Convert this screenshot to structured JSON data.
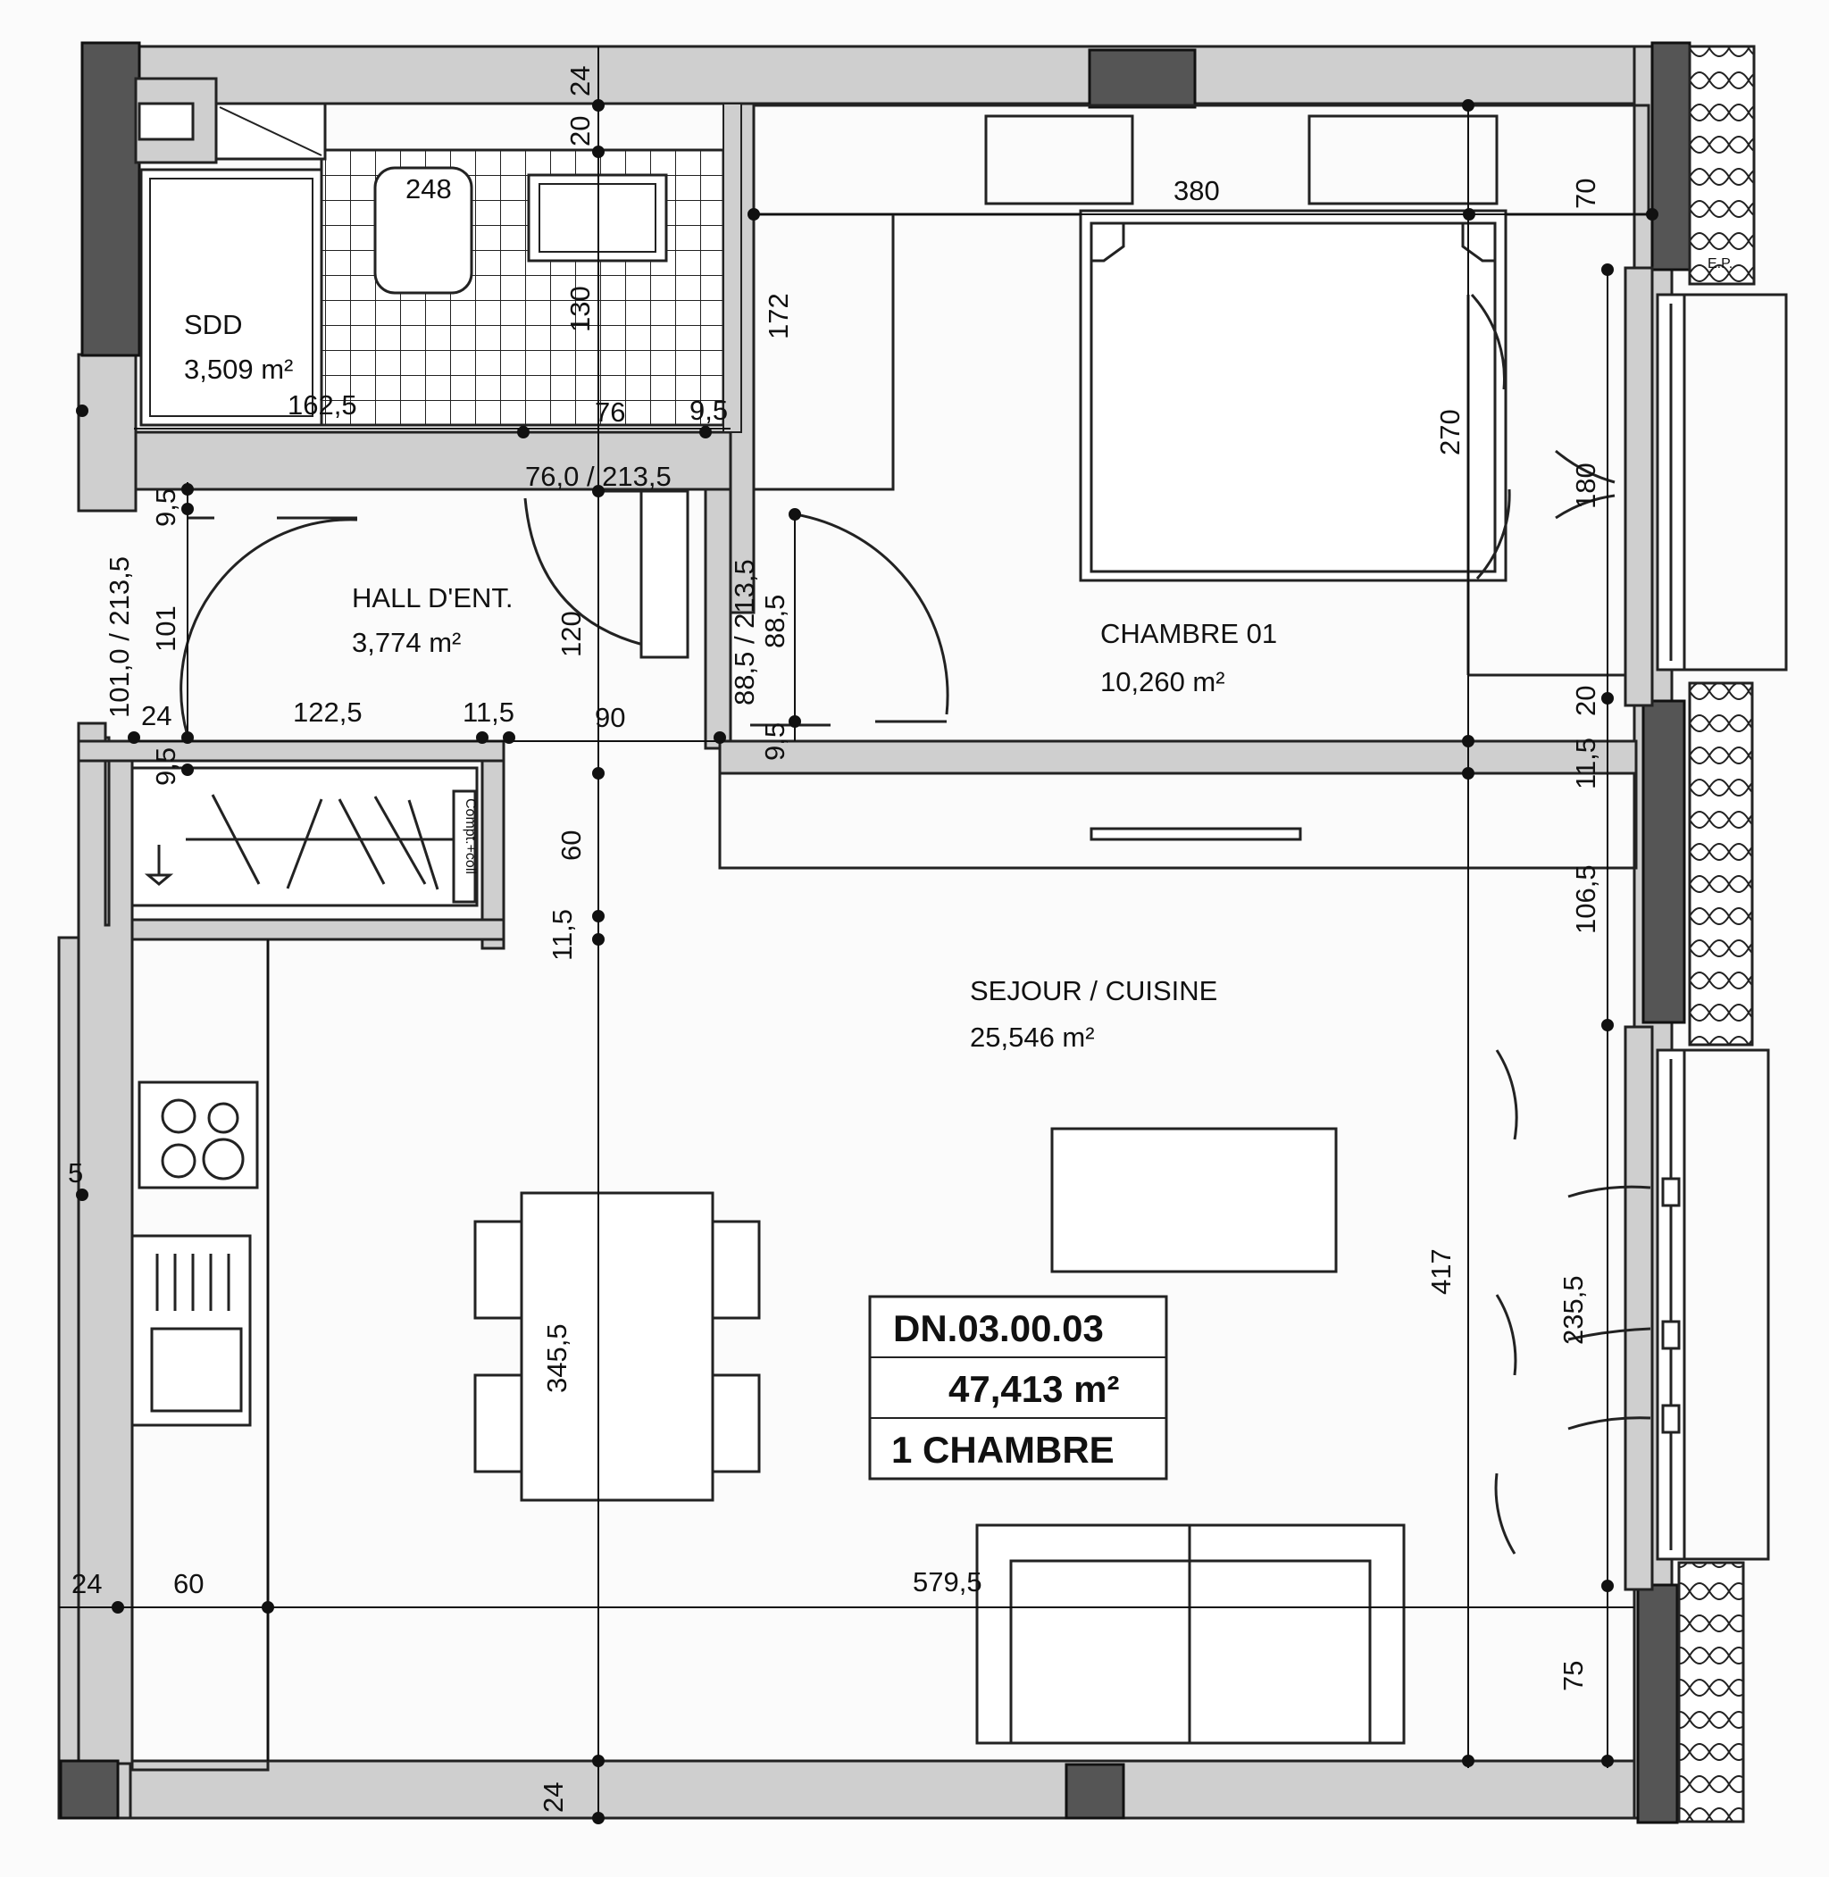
{
  "rooms": {
    "sdd": {
      "name": "SDD",
      "area": "3,509 m²"
    },
    "hall": {
      "name": "HALL D'ENT.",
      "area": "3,774 m²"
    },
    "chambre": {
      "name": "CHAMBRE 01",
      "area": "10,260 m²"
    },
    "sejour": {
      "name": "SEJOUR / CUISINE",
      "area": "25,546 m²"
    }
  },
  "unit": {
    "code": "DN.03.00.03",
    "area": "47,413 m²",
    "type": "1 CHAMBRE"
  },
  "labels": {
    "ep": "E.P.",
    "compteur": "Compt.+coll"
  },
  "dimensions": {
    "d24_top": "24",
    "d20_top": "20",
    "d248": "248",
    "d130": "130",
    "d162_5": "162,5",
    "d76": "76",
    "d9_5_sdd": "9,5",
    "d76_door": "76,0 / 213,5",
    "d9_5_hall": "9,5",
    "d101_door": "101,0 / 213,5",
    "d101": "101",
    "d120": "120",
    "d172": "172",
    "d88_5_door": "88,5 / 213,5",
    "d88_5": "88,5",
    "d380": "380",
    "d70": "70",
    "d270": "270",
    "d180": "180",
    "d24_hall": "24",
    "d122_5": "122,5",
    "d11_5_hall": "11,5",
    "d90": "90",
    "d9_5_a": "9,5",
    "d9_5_b": "9,5",
    "d20_right": "20",
    "d11_5_right": "11,5",
    "d60_vert": "60",
    "d11_5_vert": "11,5",
    "d106_5": "106,5",
    "d5_left": "5",
    "d417": "417",
    "d235_5": "235,5",
    "d345_5": "345,5",
    "d24_left": "24",
    "d60_kitchen": "60",
    "d579_5": "579,5",
    "d75": "75",
    "d24_bottom": "24"
  }
}
